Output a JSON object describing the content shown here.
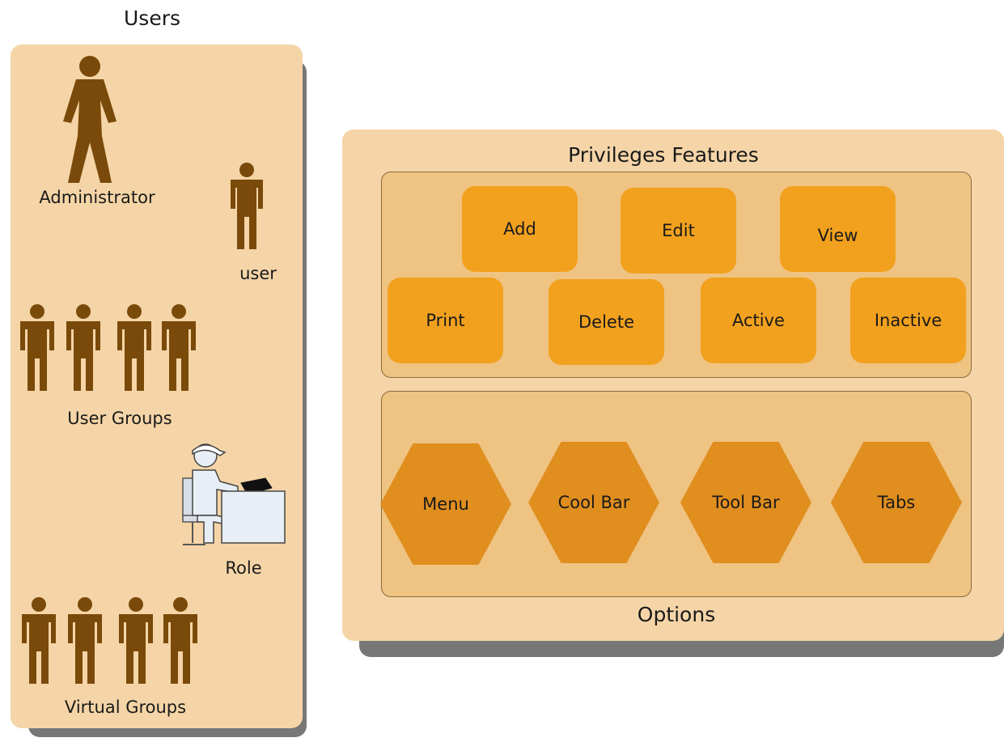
{
  "users_panel": {
    "title": "Users",
    "administrator_label": "Administrator",
    "user_label": "user",
    "user_groups_label": "User Groups",
    "role_label": "Role",
    "virtual_groups_label": "Virtual Groups"
  },
  "privileges_panel": {
    "title": "Privileges Features",
    "features": [
      "Add",
      "Edit",
      "View",
      "Print",
      "Delete",
      "Active",
      "Inactive"
    ],
    "options": [
      "Menu",
      "Cool Bar",
      "Tool Bar",
      "Tabs"
    ],
    "options_label": "Options"
  },
  "colors": {
    "panel": "#f5d5a7",
    "inner_box": "#efc382",
    "feature_button": "#f2a11e",
    "option_hex": "#e08e1e",
    "person": "#7a4a0a",
    "shadow": "#777777"
  }
}
